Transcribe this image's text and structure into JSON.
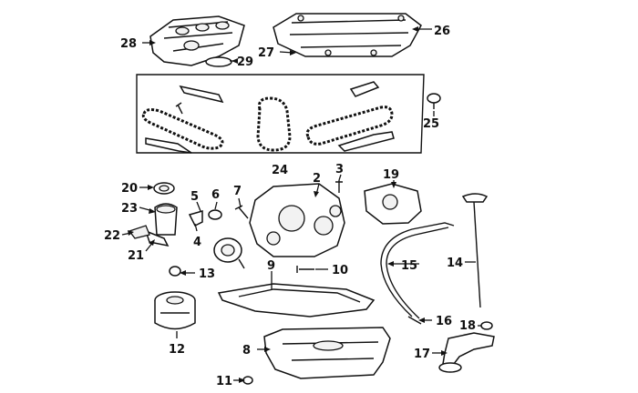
{
  "callouts": {
    "c1": "2",
    "c2": "3",
    "c3": "4",
    "c4": "5",
    "c5": "6",
    "c6": "7",
    "c7": "8",
    "c8": "9",
    "c9": "10",
    "c10": "11",
    "c11": "12",
    "c12": "13",
    "c13": "14",
    "c14": "15",
    "c15": "16",
    "c16": "17",
    "c17": "18",
    "c18": "19",
    "c19": "20",
    "c20": "21",
    "c21": "22",
    "c22": "23",
    "c23": "24",
    "c24": "25",
    "c25": "26",
    "c26": "27",
    "c27": "28",
    "c28": "29"
  }
}
